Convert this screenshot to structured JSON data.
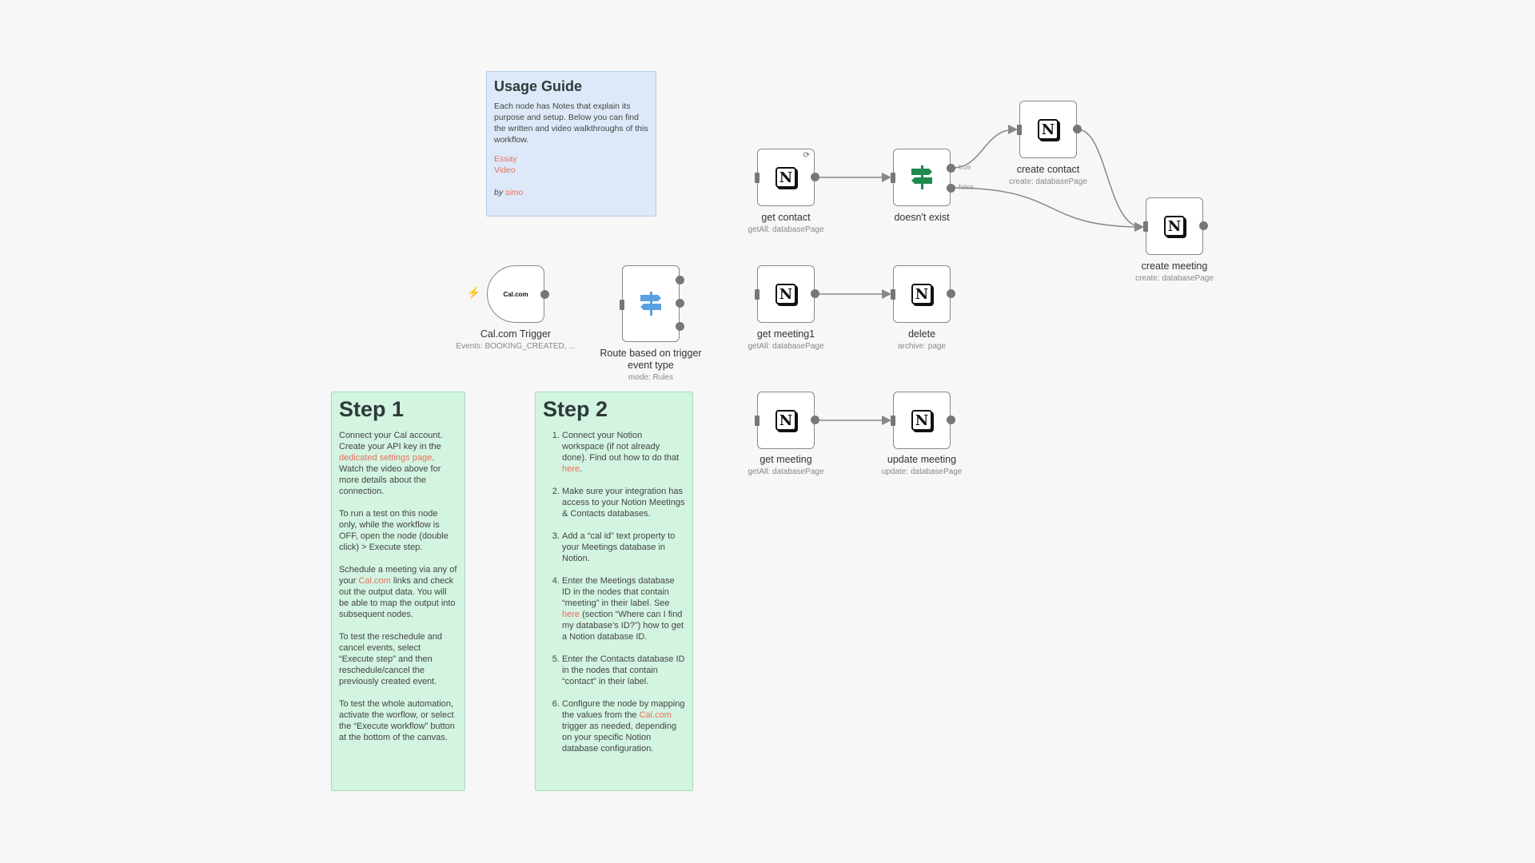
{
  "usage_guide": {
    "title": "Usage Guide",
    "body": "Each node has Notes that explain its purpose and setup. Below you can find the written and video walkthroughs of this workflow.",
    "essay_link": "Essay",
    "video_link": "Video",
    "by_prefix": "by",
    "author": "simo"
  },
  "step1": {
    "title": "Step 1",
    "p1_before": "Connect your Cal account. Create your API key in the",
    "p1_link": "dedicated settings page",
    "p1_after": ". Watch the video above for more details about the connection.",
    "p2": "To run a test on this node only, while the workflow is OFF, open the node (double click) > Execute step.",
    "p3_before": "Schedule a meeting via any of your",
    "p3_link": "Cal.com",
    "p3_after": "links and check out the output data. You will be able to map the output into subsequent nodes.",
    "p4": "To test the reschedule and cancel events, select “Execute step” and then reschedule/cancel the previously created event.",
    "p5": "To test the whole automation, activate the worflow, or select the “Execute workflow” button at the bottom of the canvas."
  },
  "step2": {
    "title": "Step 2",
    "item1_before": "Connect your Notion workspace (if not already done). Find out how to do that",
    "item1_link": "here",
    "item1_after": ".",
    "item2": "Make sure your integration has access to your Notion Meetings & Contacts databases.",
    "item3": "Add a “cal id” text property to your Meetings database in Notion.",
    "item4_before": "Enter the Meetings database ID in the nodes that contain “meeting” in their label. See",
    "item4_link": "here",
    "item4_after": "(section “Where can I find my database’s ID?”) how to get a Notion database ID.",
    "item5": "Enter the Contacts database ID in the nodes that contain “contact” in their label.",
    "item6_before": "Configure the node by mapping the values from the",
    "item6_link": "Cal.com",
    "item6_after": "trigger as needed, depending on your specific Notion database configuration."
  },
  "nodes": {
    "cal_trigger": {
      "label": "Cal.com Trigger",
      "sub": "Events: BOOKING_CREATED, ...",
      "icon_text": "Cal.com",
      "icon": "cal-com-logo"
    },
    "router": {
      "label": "Route based on trigger event type",
      "sub": "mode: Rules",
      "icon": "signpost-icon"
    },
    "get_contact": {
      "label": "get contact",
      "sub": "getAll: databasePage",
      "icon": "notion-icon"
    },
    "doesnt_exist": {
      "label": "doesn't exist",
      "sub": "",
      "icon": "signpost-icon"
    },
    "create_contact": {
      "label": "create contact",
      "sub": "create: databasePage",
      "icon": "notion-icon"
    },
    "create_meeting": {
      "label": "create meeting",
      "sub": "create: databasePage",
      "icon": "notion-icon"
    },
    "get_meeting1": {
      "label": "get meeting1",
      "sub": "getAll: databasePage",
      "icon": "notion-icon"
    },
    "delete": {
      "label": "delete",
      "sub": "archive: page",
      "icon": "notion-icon"
    },
    "get_meeting": {
      "label": "get meeting",
      "sub": "getAll: databasePage",
      "icon": "notion-icon"
    },
    "update_meeting": {
      "label": "update meeting",
      "sub": "update: databasePage",
      "icon": "notion-icon"
    }
  },
  "edge_labels": {
    "true": "true",
    "false": "false"
  },
  "notion_glyph": "N",
  "colors": {
    "link": "#e8705c",
    "router_icon": "#5a9fe0",
    "if_icon": "#1e8a4e",
    "trigger_bolt": "#e8705c"
  }
}
